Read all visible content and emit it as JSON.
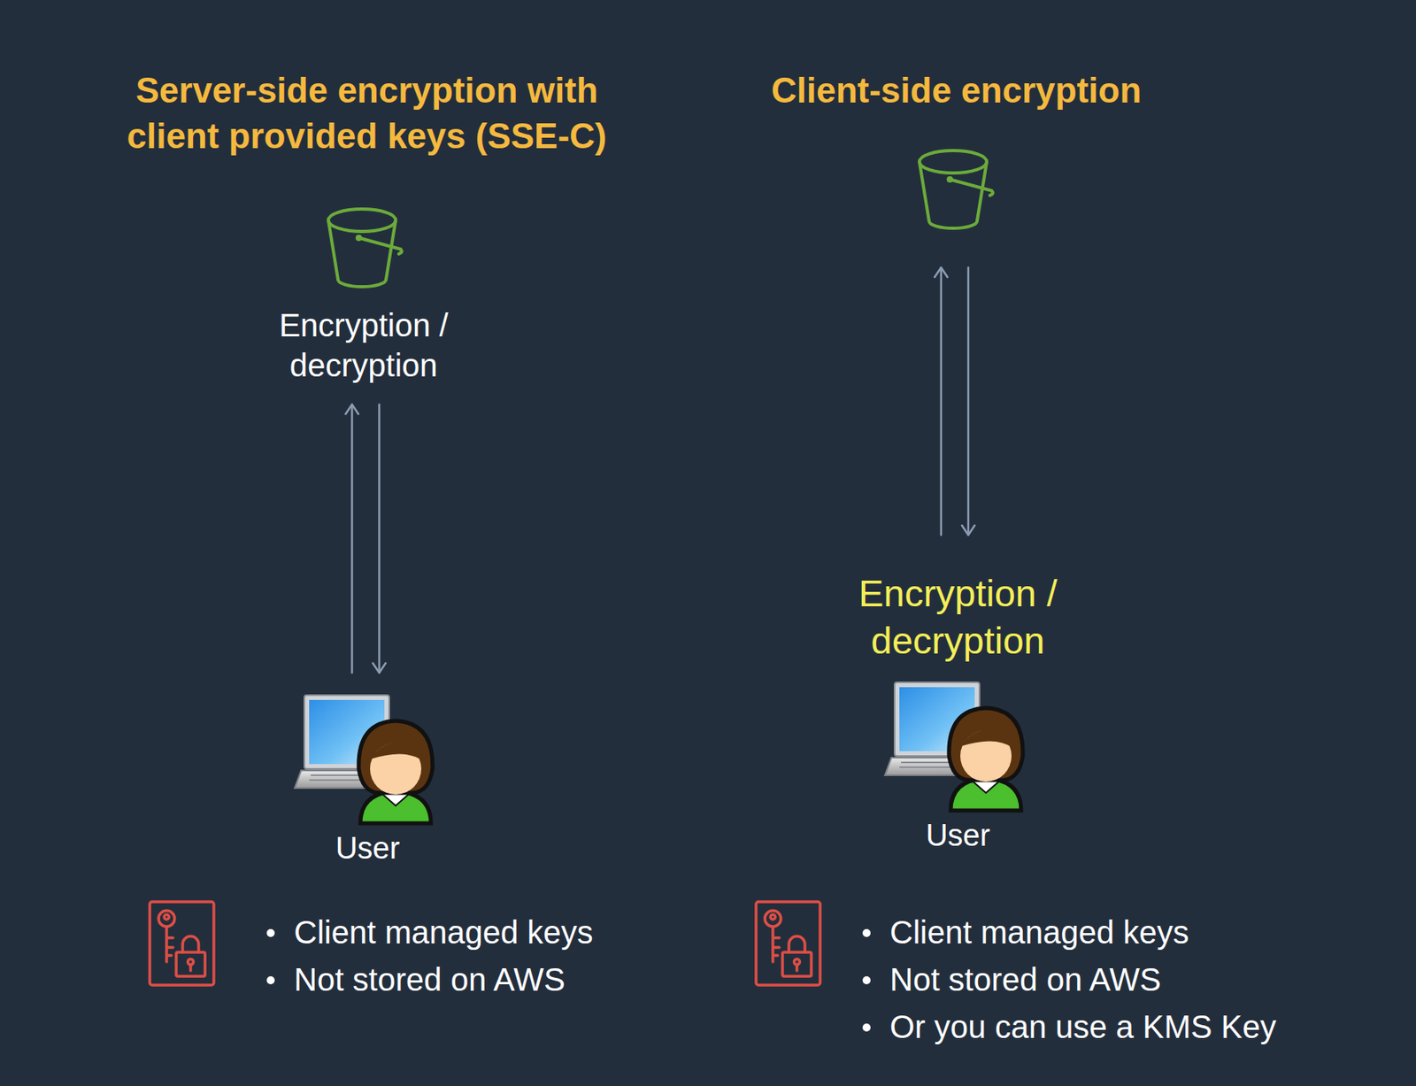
{
  "diagram": {
    "nodes": [
      {
        "text": [
          "Encryption / decryption"
        ]
      },
      {
        "text": [
          "User"
        ]
      },
      {
        "text": []
      },
      {
        "text": [
          "Encryption / decryption",
          "User"
        ]
      }
    ],
    "edges": [
      {
        "from": 1,
        "to": 0,
        "arrow": "to"
      },
      {
        "from": 0,
        "to": 1,
        "arrow": "to"
      },
      {
        "from": 3,
        "to": 2,
        "arrow": "to"
      },
      {
        "from": 2,
        "to": 3,
        "arrow": "to"
      }
    ],
    "labels": [
      "Server-side encryption with client provided keys (SSE-C)",
      "Client-side encryption",
      "Client managed keys",
      "Not stored on AWS",
      "Client managed keys",
      "Not stored on AWS",
      "Or you can use a KMS Key"
    ]
  }
}
